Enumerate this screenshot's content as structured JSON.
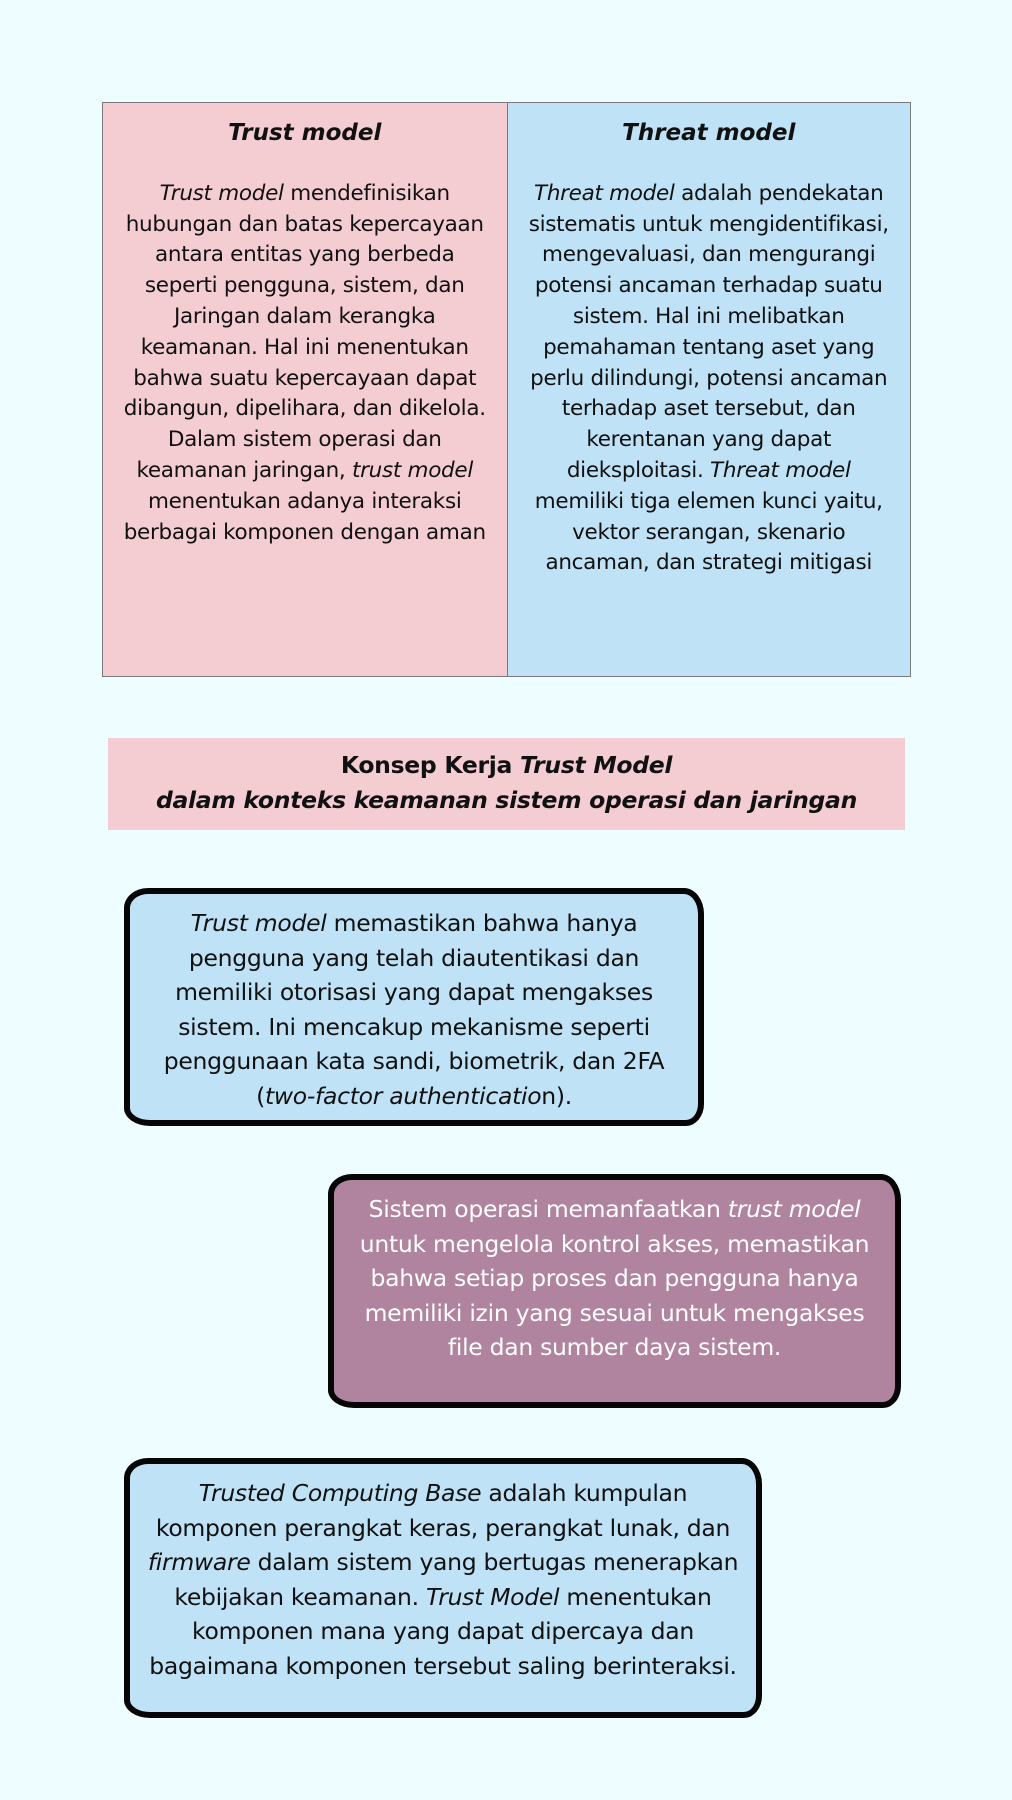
{
  "comparison": {
    "trust": {
      "title": "Trust model",
      "body_em": "Trust model",
      "body_1": " mendefinisikan hubungan dan batas kepercayaan antara entitas yang berbeda seperti pengguna, sistem, dan Jaringan dalam kerangka keamanan. Hal ini menentukan bahwa suatu kepercayaan dapat dibangun, dipelihara, dan dikelola. Dalam sistem operasi dan keamanan jaringan, ",
      "body_em2": "trust model",
      "body_2": " menentukan adanya interaksi berbagai komponen dengan aman"
    },
    "threat": {
      "title": "Threat model",
      "body_em": "Threat model",
      "body_1": " adalah pendekatan sistematis untuk mengidentifikasi, mengevaluasi, dan mengurangi potensi ancaman terhadap suatu sistem. Hal ini melibatkan pemahaman tentang aset yang perlu dilindungi, potensi ancaman terhadap aset tersebut, dan kerentanan yang dapat dieksploitasi. ",
      "body_em2": "Threat model",
      "body_2": " memiliki tiga elemen kunci yaitu, vektor serangan, skenario ancaman, dan strategi mitigasi"
    }
  },
  "banner": {
    "line1_plain": "Konsep Kerja ",
    "line1_em": "Trust Model",
    "line2": "dalam konteks keamanan sistem operasi dan jaringan"
  },
  "boxes": {
    "auth": {
      "em1": "Trust model",
      "t1": " memastikan bahwa hanya pengguna yang telah diautentikasi dan memiliki otorisasi yang dapat mengakses sistem. Ini mencakup mekanisme seperti penggunaan kata sandi, biometrik, dan 2FA (",
      "em2": "two-factor authenticatio",
      "t2": "n)."
    },
    "access": {
      "t1": "Sistem operasi memanfaatkan ",
      "em1": "trust model",
      "t2": " untuk mengelola kontrol akses, memastikan bahwa setiap proses dan pengguna hanya memiliki izin yang sesuai untuk mengakses file dan sumber daya sistem."
    },
    "tcb": {
      "em1": "Trusted Computing Base",
      "t1": " adalah kumpulan komponen perangkat keras, perangkat lunak, dan ",
      "em2": "firmware",
      "t2": " dalam sistem yang bertugas menerapkan kebijakan keamanan. ",
      "em3": "Trust Model",
      "t3": " menentukan komponen mana yang dapat dipercaya dan bagaimana komponen tersebut saling berinteraksi."
    }
  },
  "colors": {
    "background": "#eefdff",
    "pink": "#f4cdd2",
    "blue": "#bfe2f6",
    "mauve": "#b0849f"
  }
}
